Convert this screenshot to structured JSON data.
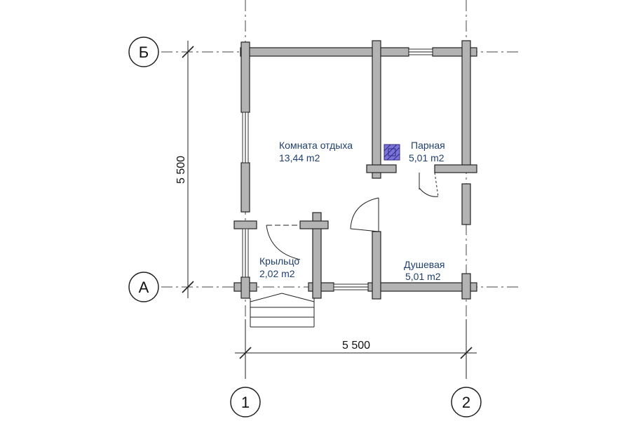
{
  "axes": {
    "row_top": "Б",
    "row_bottom": "А",
    "col_left": "1",
    "col_right": "2"
  },
  "dimensions": {
    "horizontal": "5 500",
    "vertical": "5 500"
  },
  "rooms": {
    "lounge": {
      "name": "Комната отдыха",
      "area": "13,44 m2"
    },
    "steam": {
      "name": "Парная",
      "area": "5,01 m2"
    },
    "porch": {
      "name": "Крыльцо",
      "area": "2,02 m2"
    },
    "shower": {
      "name": "Душевая",
      "area": "5,01 m2"
    }
  },
  "colors": {
    "wall_fill": "#b3b3b3",
    "label_text": "#1f3f6e",
    "stove_fill": "#7b74d6"
  }
}
